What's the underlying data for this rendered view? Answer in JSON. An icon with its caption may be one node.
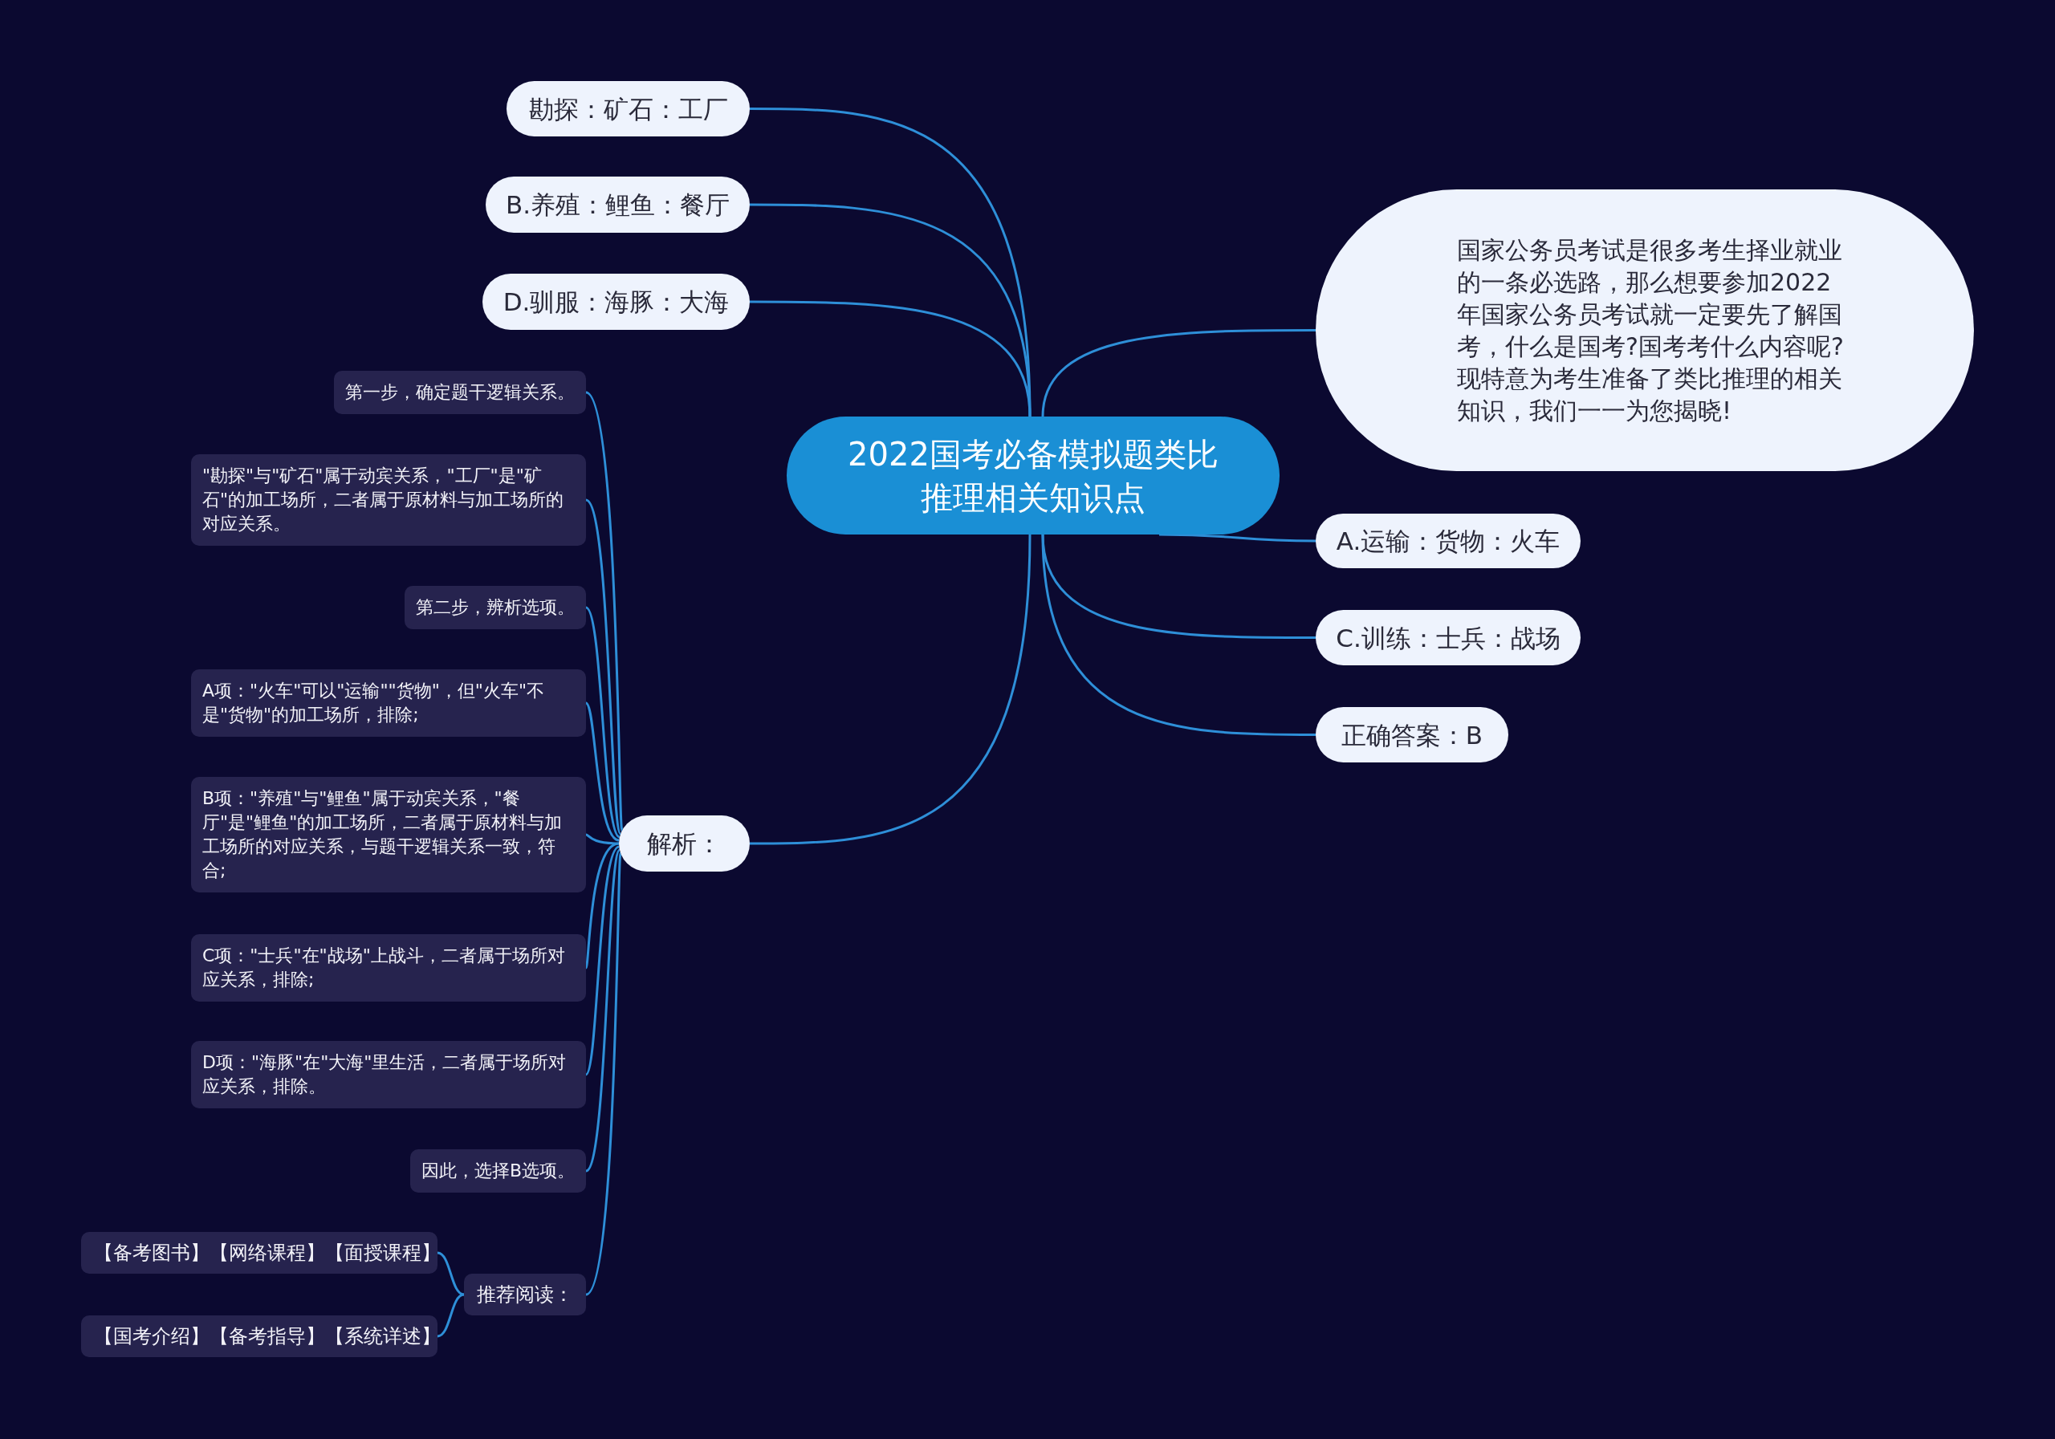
{
  "diagram": {
    "nodes": [
      {
        "text": [
          "2022国考必备模拟题类比推理相关知识点"
        ]
      },
      {
        "text": [
          "勘探：矿石：工厂"
        ]
      },
      {
        "text": [
          "B.养殖：鲤鱼：餐厅"
        ]
      },
      {
        "text": [
          "D.驯服：海豚：大海"
        ]
      },
      {
        "text": [
          "国家公务员考试是很多考生择业就业的一条必选路，那么想要参加2022年国家公务员考试就一定要先了解国考，什么是国考?国考考什么内容呢?现特意为考生准备了类比推理的相关知识，我们一一为您揭晓!"
        ]
      },
      {
        "text": [
          "A.运输：货物：火车"
        ]
      },
      {
        "text": [
          "C.训练：士兵：战场"
        ]
      },
      {
        "text": [
          "正确答案：B"
        ]
      },
      {
        "text": [
          "解析："
        ]
      },
      {
        "text": [
          "第一步，确定题干逻辑关系。"
        ]
      },
      {
        "text": [
          "\"勘探\"与\"矿石\"属于动宾关系，\"工厂\"是\"矿石\"的加工场所，二者属于原材料与加工场所的对应关系。"
        ]
      },
      {
        "text": [
          "第二步，辨析选项。"
        ]
      },
      {
        "text": [
          "A项：\"火车\"可以\"运输\"\"货物\"，但\"火车\"不是\"货物\"的加工场所，排除;"
        ]
      },
      {
        "text": [
          "B项：\"养殖\"与\"鲤鱼\"属于动宾关系，\"餐厅\"是\"鲤鱼\"的加工场所，二者属于原材料与加工场所的对应关系，与题干逻辑关系一致，符合;"
        ]
      },
      {
        "text": [
          "C项：\"士兵\"在\"战场\"上战斗，二者属于场所对应关系，排除;"
        ]
      },
      {
        "text": [
          "D项：\"海豚\"在\"大海\"里生活，二者属于场所对应关系，排除。"
        ]
      },
      {
        "text": [
          "因此，选择B选项。"
        ]
      },
      {
        "text": [
          "推荐阅读："
        ]
      },
      {
        "text": [
          "【备考图书】【网络课程】【面授课程】"
        ]
      },
      {
        "text": [
          "【国考介绍】【备考指导】【系统详述】"
        ]
      }
    ],
    "edges": [
      {
        "from": 0,
        "to": 1,
        "arrow": "none"
      },
      {
        "from": 0,
        "to": 2,
        "arrow": "none"
      },
      {
        "from": 0,
        "to": 3,
        "arrow": "none"
      },
      {
        "from": 0,
        "to": 4,
        "arrow": "none"
      },
      {
        "from": 0,
        "to": 5,
        "arrow": "none"
      },
      {
        "from": 0,
        "to": 6,
        "arrow": "none"
      },
      {
        "from": 0,
        "to": 7,
        "arrow": "none"
      },
      {
        "from": 0,
        "to": 8,
        "arrow": "none"
      },
      {
        "from": 8,
        "to": 9,
        "arrow": "none"
      },
      {
        "from": 8,
        "to": 10,
        "arrow": "none"
      },
      {
        "from": 8,
        "to": 11,
        "arrow": "none"
      },
      {
        "from": 8,
        "to": 12,
        "arrow": "none"
      },
      {
        "from": 8,
        "to": 13,
        "arrow": "none"
      },
      {
        "from": 8,
        "to": 14,
        "arrow": "none"
      },
      {
        "from": 8,
        "to": 15,
        "arrow": "none"
      },
      {
        "from": 8,
        "to": 16,
        "arrow": "none"
      },
      {
        "from": 8,
        "to": 17,
        "arrow": "none"
      },
      {
        "from": 17,
        "to": 18,
        "arrow": "none"
      },
      {
        "from": 17,
        "to": 19,
        "arrow": "none"
      }
    ]
  }
}
